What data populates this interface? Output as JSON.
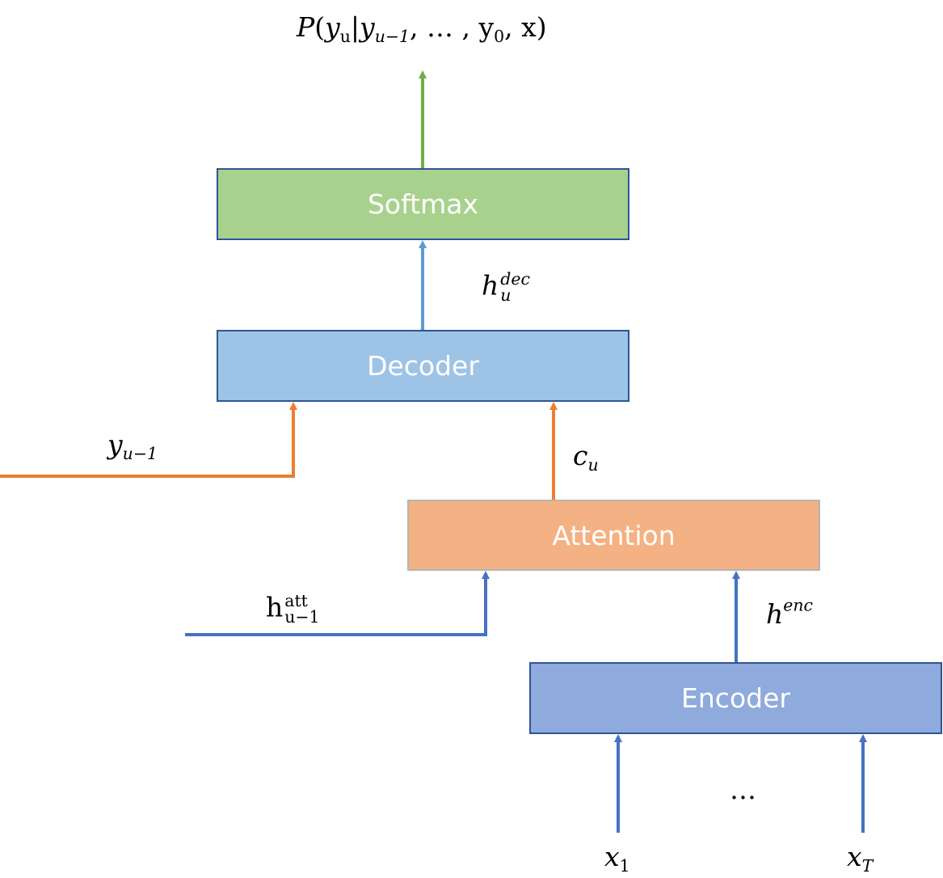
{
  "boxes": {
    "softmax": "Softmax",
    "decoder": "Decoder",
    "attention": "Attention",
    "encoder": "Encoder"
  },
  "labels": {
    "output": {
      "p": "P",
      "y1": "y",
      "y1_sub": "u",
      "bar": "|",
      "y2": "y",
      "y2_sub": "u−1",
      "rest": ", … , y",
      "rest_sub": "0",
      "tail": ", x)"
    },
    "h_dec": {
      "base": "h",
      "sub": "u",
      "sup": "dec"
    },
    "y_prev": {
      "base": "y",
      "sub": "u−1"
    },
    "c_u": {
      "base": "c",
      "sub": "u"
    },
    "h_att": {
      "base": "h",
      "sub": "u−1",
      "sup": "att"
    },
    "h_enc": {
      "base": "h",
      "sup": "enc"
    },
    "x1": {
      "base": "x",
      "sub": "1"
    },
    "xT": {
      "base": "x",
      "sub": "T"
    },
    "ellipsis": "…"
  },
  "colors": {
    "softmax": "#a9d18e",
    "decoder": "#9dc3e6",
    "attention": "#f4b183",
    "encoder": "#8faadc",
    "green_arrow": "#70ad47",
    "light_blue_arrow": "#5b9bd5",
    "orange_arrow": "#ed7d31",
    "dark_blue_arrow": "#4472c4",
    "box_border": "#2f5597"
  }
}
